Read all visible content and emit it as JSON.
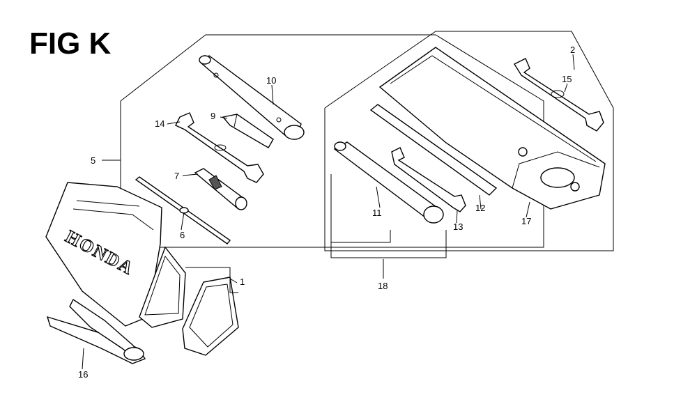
{
  "figure": {
    "title": "FIG K"
  },
  "brand_text": "HONDA",
  "callouts": {
    "c1": "1",
    "c2": "2",
    "c5": "5",
    "c6": "6",
    "c7": "7",
    "c9": "9",
    "c10": "10",
    "c11": "11",
    "c12": "12",
    "c13": "13",
    "c14": "14",
    "c15": "15",
    "c16": "16",
    "c17": "17",
    "c18": "18"
  },
  "icons": {
    "tool_case": "tool-case-icon",
    "pliers": "pliers-icon",
    "spark_plug_wrench": "spark-plug-wrench-icon",
    "open_end_wrench": "open-end-wrench-icon",
    "screwdriver": "screwdriver-icon",
    "tool_bag": "tool-bag-icon"
  }
}
